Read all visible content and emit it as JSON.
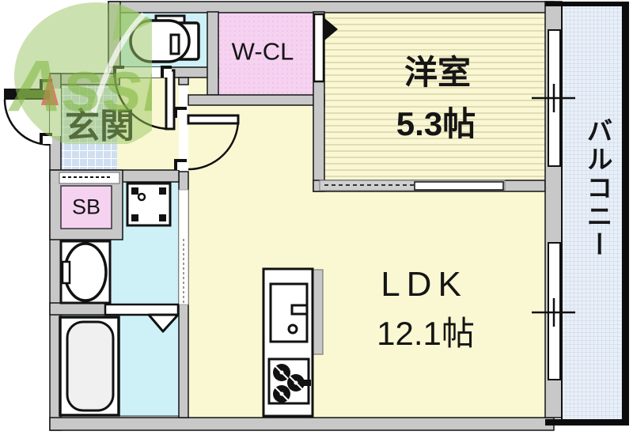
{
  "floorplan": {
    "rooms": {
      "genkan": {
        "label": "玄関"
      },
      "wcl": {
        "label": "W-CL"
      },
      "western_room": {
        "label": "洋室",
        "size": "5.3帖"
      },
      "ldk": {
        "label": "LDK",
        "size": "12.1帖"
      },
      "balcony": {
        "label": "バルコニー"
      },
      "shoe_box": {
        "label": "SB"
      }
    },
    "watermark": {
      "brand": "Assist",
      "accent_green": "#8cb94a",
      "accent_red": "#e06a6a"
    },
    "colors": {
      "wall": "#c8c8c8",
      "room_yellow": "#faf8d2",
      "wet_area_cyan": "#cdf1f6",
      "closet_pink": "#f6d2f1",
      "genkan_tile": "#cfdff2",
      "balcony_blue": "#e9eff7",
      "outline": "#111111"
    }
  }
}
